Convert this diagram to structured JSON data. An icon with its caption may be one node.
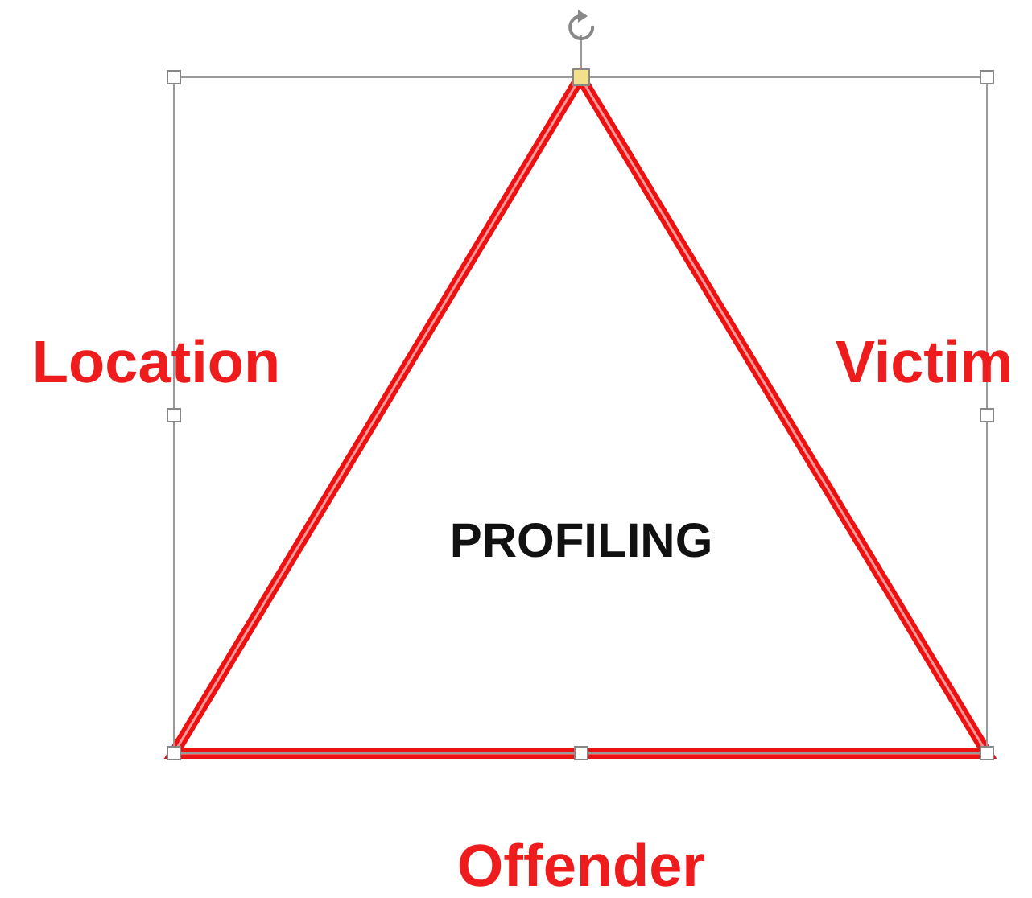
{
  "diagram": {
    "nodes": [
      {
        "text": [
          "PROFILING"
        ]
      }
    ],
    "labels": [
      "Location",
      "Victim",
      "Offender"
    ]
  }
}
